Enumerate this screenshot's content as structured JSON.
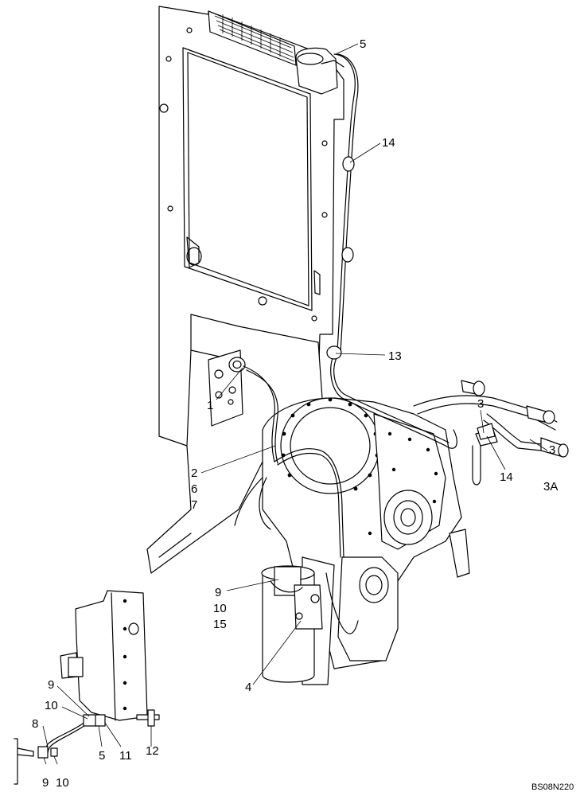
{
  "figure_id": "BS08N220",
  "callouts": {
    "c5_top": "5",
    "c14_top": "14",
    "c13": "13",
    "c1": "1",
    "c3_a": "3",
    "c3_b": "3",
    "c3A": "3A",
    "c14_right": "14",
    "c2": "2",
    "c6": "6",
    "c7": "7",
    "c9_mid": "9",
    "c10_mid": "10",
    "c15": "15",
    "c4": "4",
    "c9_inset": "9",
    "c10_inset": "10",
    "c8": "8",
    "c5_inset": "5",
    "c11": "11",
    "c12": "12",
    "c9_bottom": "9",
    "c10_bottom": "10"
  }
}
